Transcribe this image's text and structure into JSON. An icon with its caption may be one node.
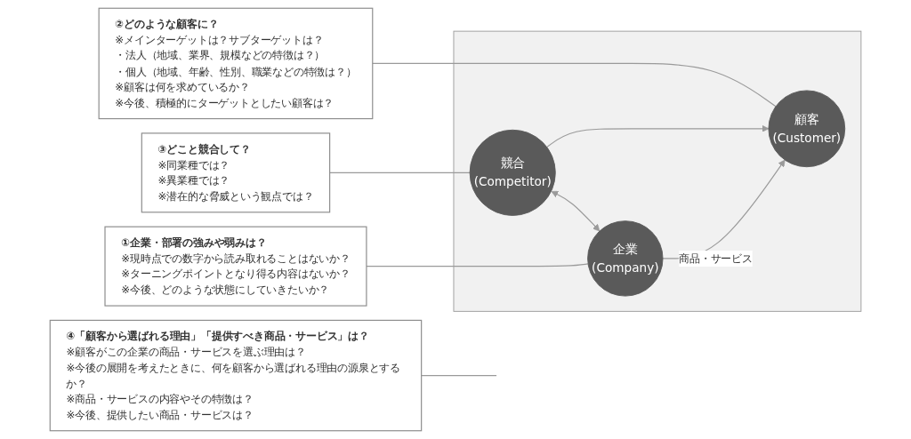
{
  "diagram": {
    "nodes": [
      {
        "text": [
          "②どのような顧客に？",
          "※メインターゲットは？サブターゲットは？",
          "・法人（地域、業界、規模などの特徴は？）",
          "・個人（地域、年齢、性別、職業などの特徴は？）",
          "※顧客は何を求めているか？",
          "※今後、積極的にターゲットとしたい顧客は？"
        ]
      },
      {
        "text": [
          "③どこと競合して？",
          "※同業種では？",
          "※異業種では？",
          "※潜在的な脅威という観点では？"
        ]
      },
      {
        "text": [],
        "shape": "box"
      },
      {
        "text": [
          "顧客",
          "(Customer)"
        ],
        "in": 2
      },
      {
        "text": [
          "競合",
          "(Competitor)"
        ],
        "in": 2
      },
      {
        "text": [
          "企業",
          "(Company)"
        ],
        "in": 2
      },
      {
        "text": [
          "④「顧客から選ばれる理由」「提供すべき商品・サービス」は？",
          "※顧客がこの企業の商品・サービスを選ぶ理由は？",
          "※今後の展開を考えたときに、何を顧客から選ばれる理由の源泉とするか？",
          "※商品・サービスの内容やその特徴は？",
          "※今後、提供したい商品・サービスは？"
        ]
      },
      {
        "text": [
          "①企業・部署の強みや弱みは？",
          "※現時点での数字から読み取れることはないか？",
          "※ターニングポイントとなり得る内容はないか？",
          "※今後、どのような状態にしていきたいか？"
        ]
      }
    ],
    "edges": [
      {
        "from": 0,
        "to": 3,
        "arrow": "none"
      },
      {
        "from": 1,
        "to": 4,
        "arrow": "none"
      },
      {
        "from": 4,
        "to": 3,
        "arrow": "to"
      },
      {
        "from": 5,
        "to": 3,
        "arrow": "to",
        "label": "商品・サービス"
      },
      {
        "from": 4,
        "to": 5,
        "arrow": "both"
      },
      {
        "from": 6,
        "to": null,
        "arrow": "none"
      },
      {
        "from": 7,
        "to": 5,
        "arrow": "none"
      }
    ]
  }
}
